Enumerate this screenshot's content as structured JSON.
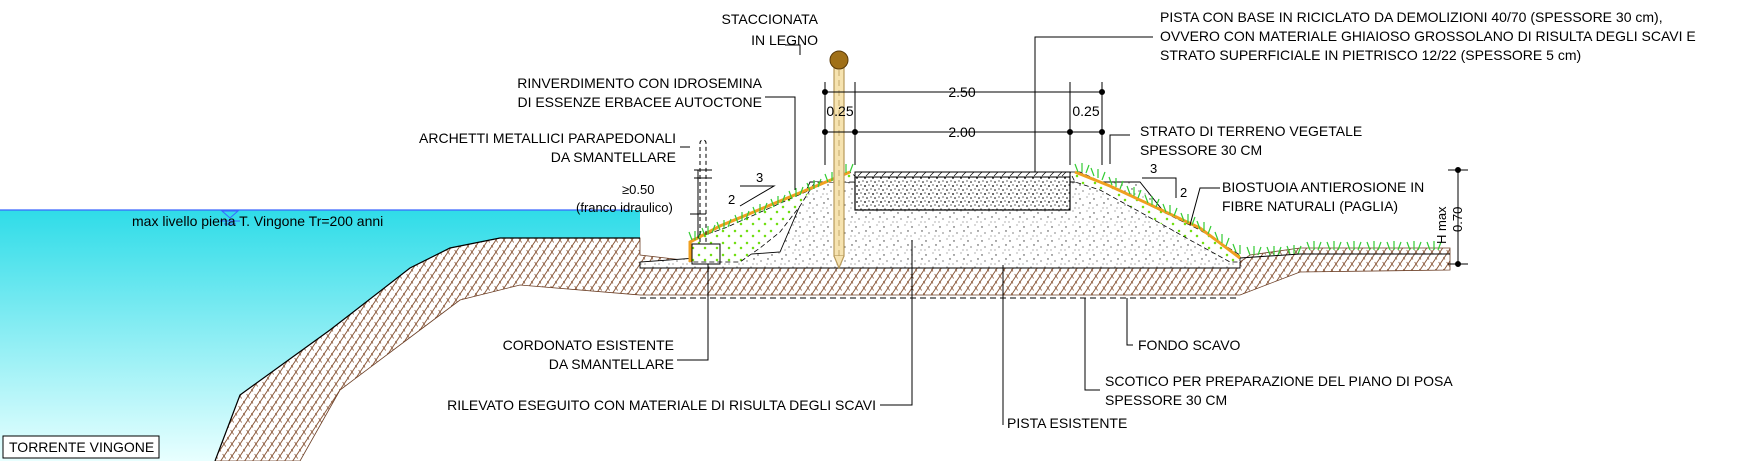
{
  "labels": {
    "staccionata": [
      "STACCIONATA",
      "IN LEGNO"
    ],
    "pista_base": [
      "PISTA CON BASE IN RICICLATO DA DEMOLIZIONI 40/70 (SPESSORE 30 cm),",
      "OVVERO CON MATERIALE GHIAIOSO GROSSOLANO DI RISULTA DEGLI SCAVI E",
      "STRATO SUPERFICIALE IN PIETRISCO 12/22 (SPESSORE 5 cm)"
    ],
    "rinverdimento": [
      "RINVERDIMENTO CON IDROSEMINA",
      "DI ESSENZE ERBACEE AUTOCTONE"
    ],
    "archetti": [
      "ARCHETTI METALLICI PARAPEDONALI",
      "DA SMANTELLARE"
    ],
    "terreno_vegetale": [
      "STRATO DI TERRENO VEGETALE",
      "SPESSORE 30 CM"
    ],
    "biostuoia": [
      "BIOSTUOIA ANTIEROSIONE IN",
      "FIBRE NATURALI (PAGLIA)"
    ],
    "franco": [
      "≥0.50",
      "(franco idraulico)"
    ],
    "max_livello": "max livello piena T. Vingone Tr=200 anni",
    "cordonato": [
      "CORDONATO ESISTENTE",
      "DA SMANTELLARE"
    ],
    "fondo_scavo": "FONDO SCAVO",
    "scotico": [
      "SCOTICO PER PREPARAZIONE DEL PIANO DI POSA",
      "SPESSORE 30 CM"
    ],
    "rilevato": "RILEVATO ESEGUITO CON MATERIALE DI RISULTA DEGLI SCAVI",
    "pista_esistente": "PISTA ESISTENTE",
    "torrente": "TORRENTE VINGONE"
  },
  "dimensions": {
    "width_total": "2.50",
    "width_pista": "2.00",
    "edge_left": "0.25",
    "edge_right": "0.25",
    "height_label": "H max",
    "height_value": "0.70"
  },
  "slopes": {
    "left": {
      "run": "3",
      "rise": "2"
    },
    "right": {
      "run": "3",
      "rise": "2"
    }
  },
  "colors": {
    "water": "#40e0ea",
    "grass": "#33cc33",
    "seeding": "#7ae02a",
    "biostuoia": "#f0a020",
    "fence": "#b89a5a",
    "water_line": "#3a66ff"
  }
}
